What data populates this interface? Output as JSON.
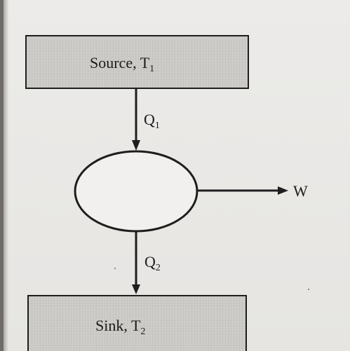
{
  "source": {
    "label": "Source, T",
    "subscript": "1"
  },
  "sink": {
    "label": "Sink, T",
    "subscript": "2"
  },
  "heat_in": {
    "label": "Q",
    "subscript": "1"
  },
  "heat_out": {
    "label": "Q",
    "subscript": "2"
  },
  "work": {
    "label": "W"
  },
  "colors": {
    "box_fill": "#c9c8c5",
    "box_stroke": "#1e1e1e",
    "line": "#1e1e1e",
    "engine_fill": "#f1f0ee"
  }
}
